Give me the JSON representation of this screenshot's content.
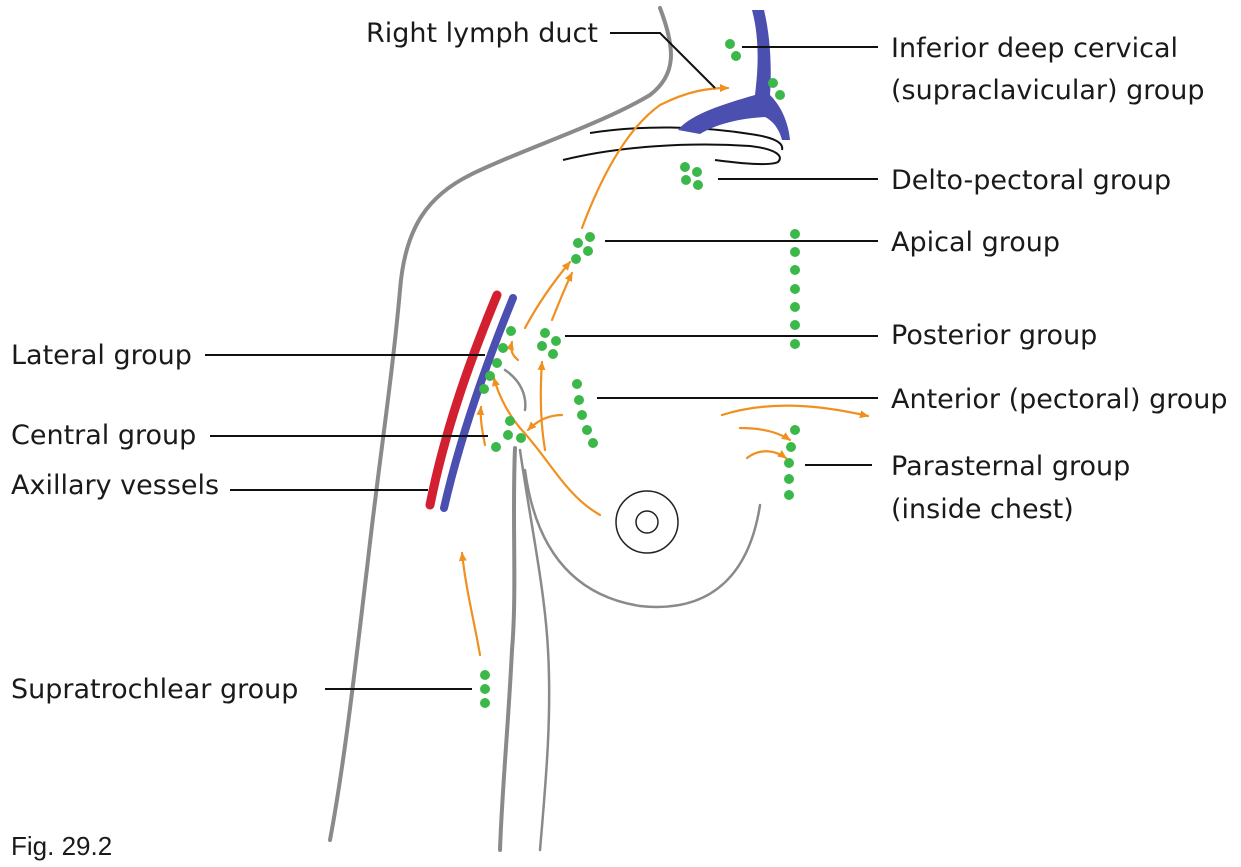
{
  "figure": {
    "caption": "Fig. 29.2",
    "labels": {
      "right_lymph_duct": "Right lymph duct",
      "inferior_deep_cervical_line1": "Inferior deep cervical",
      "inferior_deep_cervical_line2": "(supraclavicular) group",
      "delto_pectoral": "Delto-pectoral group",
      "apical": "Apical group",
      "posterior": "Posterior group",
      "lateral": "Lateral group",
      "anterior": "Anterior (pectoral) group",
      "central": "Central group",
      "axillary_vessels": "Axillary vessels",
      "parasternal_line1": "Parasternal group",
      "parasternal_line2": "(inside chest)",
      "supratrochlear": "Supratrochlear group"
    }
  },
  "colors": {
    "lymph_node": "#3cb84a",
    "lymph_flow": "#f0901e",
    "vein": "#4b4fb0",
    "artery": "#d32030",
    "body_outline": "#8a8a8a",
    "text": "#1a1a1a"
  }
}
